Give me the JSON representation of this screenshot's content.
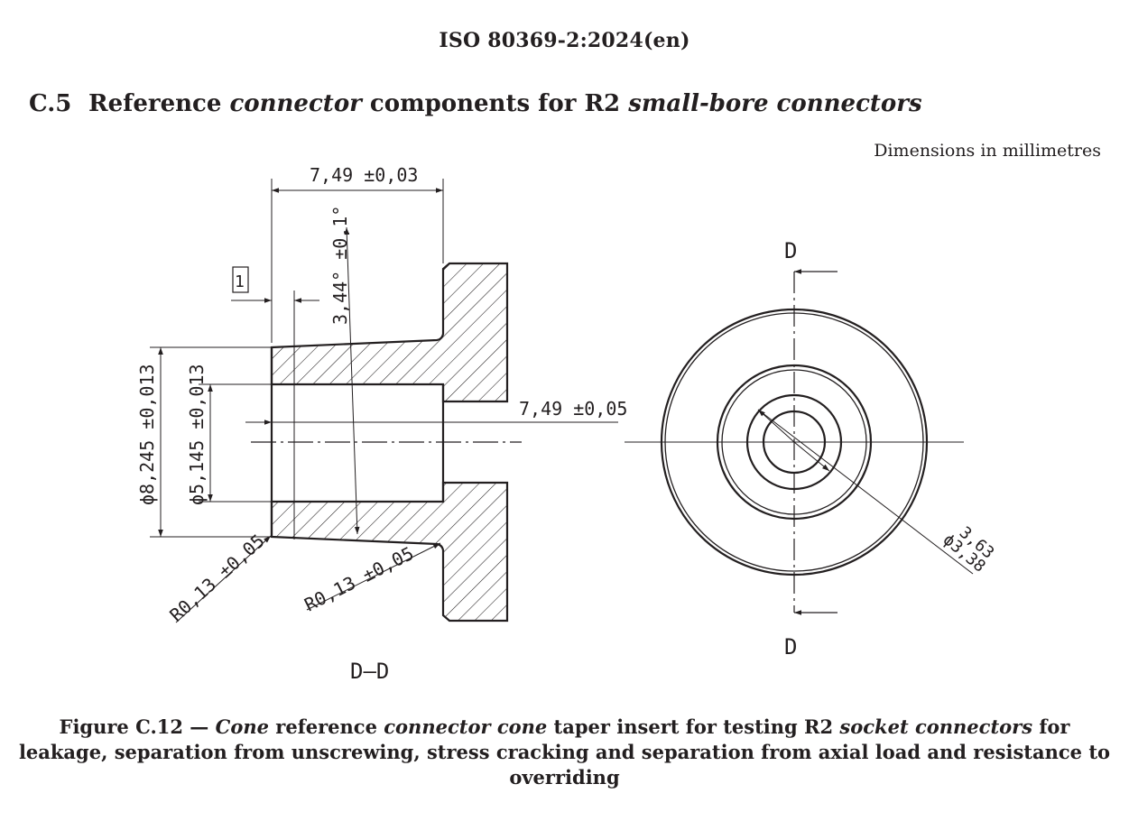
{
  "document": {
    "standard_id": "ISO 80369-2:2024(en)"
  },
  "section": {
    "number": "C.5",
    "title_part1": "Reference ",
    "title_part2": "connector",
    "title_part3": " components for R2 ",
    "title_part4": "small-bore connectors"
  },
  "units_note": "Dimensions in millimetres",
  "drawing": {
    "dimensions": {
      "top_length": "7,49 ±0,03",
      "taper_angle": "3,44° ±0,1°",
      "outer_diameter": "ϕ8,245 ±0,013",
      "inner_diameter": "ϕ5,145 ±0,013",
      "bore_length": "7,49 ±0,05",
      "radius_front": "R0,13 ±0,05",
      "radius_shoulder": "R0,13 ±0,05",
      "hole_outer": "3,63",
      "hole_inner": "ϕ3,38"
    },
    "callout_number": "1",
    "section_label_top": "D",
    "section_label_bottom": "D",
    "section_view_label": "D–D"
  },
  "caption": {
    "lead": "Figure C.12 — ",
    "p1": "Cone",
    "p2": " reference ",
    "p3": "connector cone",
    "p4": " taper insert for testing R2 ",
    "p5": "socket connectors",
    "p6": " for leakage, separation from unscrewing, stress cracking and separation from axial load and resistance to overriding"
  }
}
